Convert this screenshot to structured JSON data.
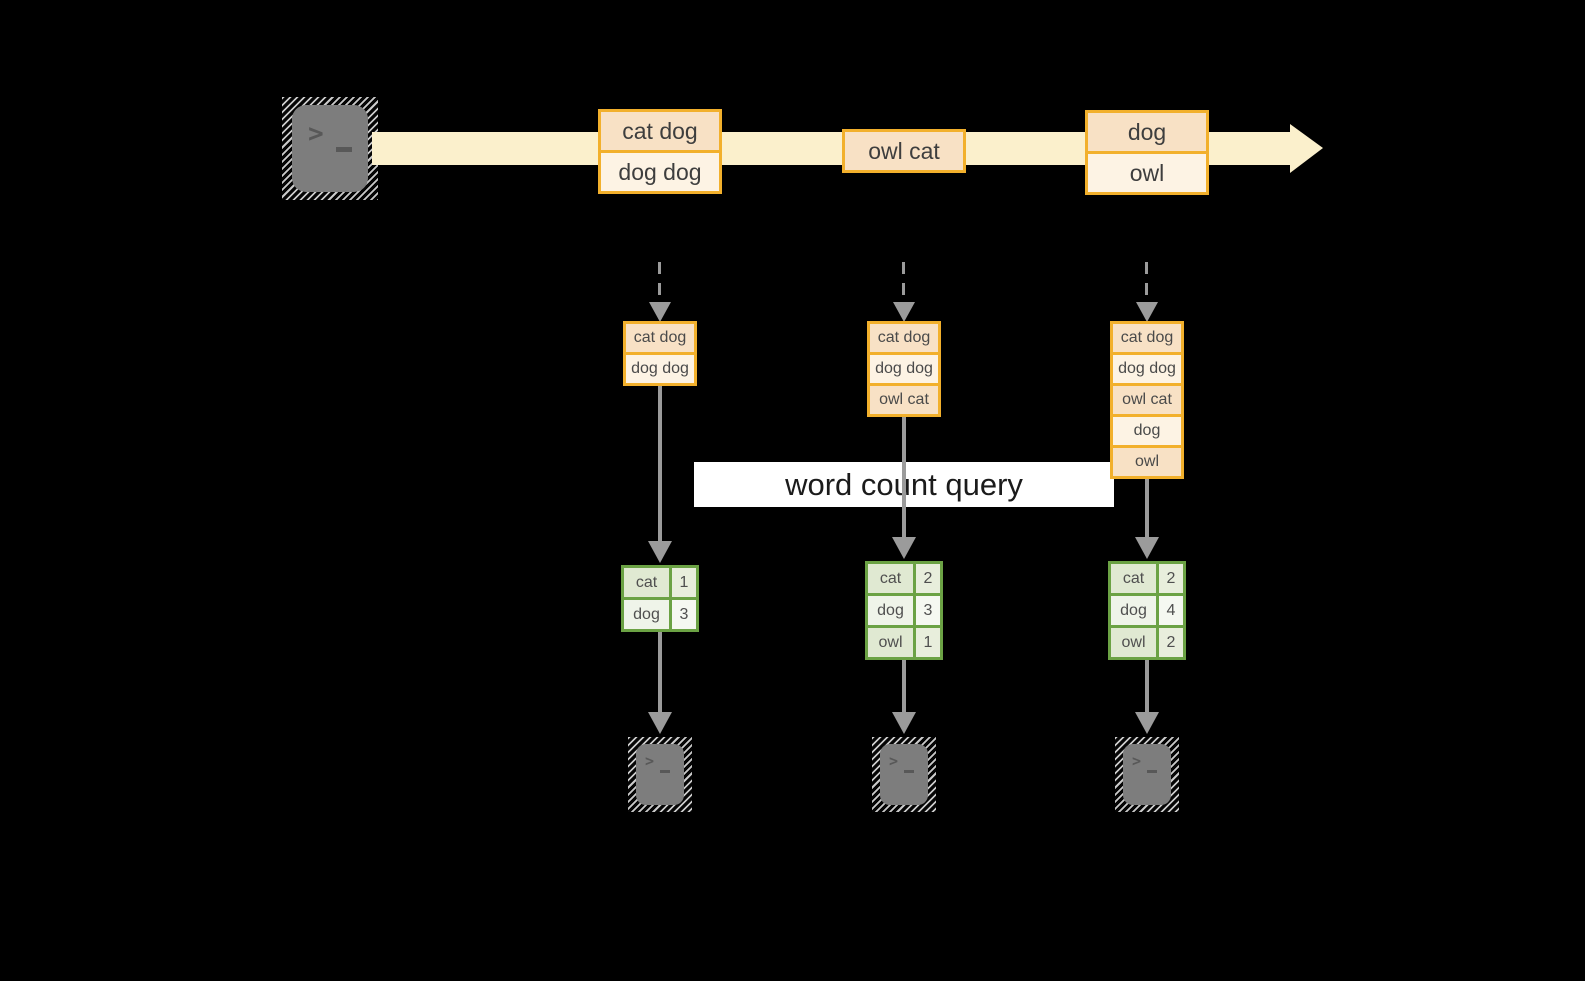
{
  "banner": {
    "label": "word count query"
  },
  "icons": {
    "source": "terminal-icon",
    "sinks": [
      "terminal-icon",
      "terminal-icon",
      "terminal-icon"
    ]
  },
  "timeline_events": [
    [
      "cat dog",
      "dog dog"
    ],
    [
      "owl cat"
    ],
    [
      "dog",
      "owl"
    ]
  ],
  "columns": [
    {
      "batch": [
        "cat dog",
        "dog dog"
      ],
      "counts": [
        [
          "cat",
          "1"
        ],
        [
          "dog",
          "3"
        ]
      ]
    },
    {
      "batch": [
        "cat dog",
        "dog dog",
        "owl cat"
      ],
      "counts": [
        [
          "cat",
          "2"
        ],
        [
          "dog",
          "3"
        ],
        [
          "owl",
          "1"
        ]
      ]
    },
    {
      "batch": [
        "cat dog",
        "dog dog",
        "owl cat",
        "dog",
        "owl"
      ],
      "counts": [
        [
          "cat",
          "2"
        ],
        [
          "dog",
          "4"
        ],
        [
          "owl",
          "2"
        ]
      ]
    }
  ],
  "colors": {
    "background": "#000000",
    "stream_band": "#fbf0cc",
    "box_border": "#f2b02c",
    "box_fill_dark": "#f8e1c5",
    "box_fill_light": "#fdf3e4",
    "table_border": "#6ba244",
    "table_fill_dark": "#e0e9d2",
    "table_fill_light": "#eff4e9",
    "arrow_gray": "#9b9b9b",
    "banner_bg": "#ffffff"
  }
}
